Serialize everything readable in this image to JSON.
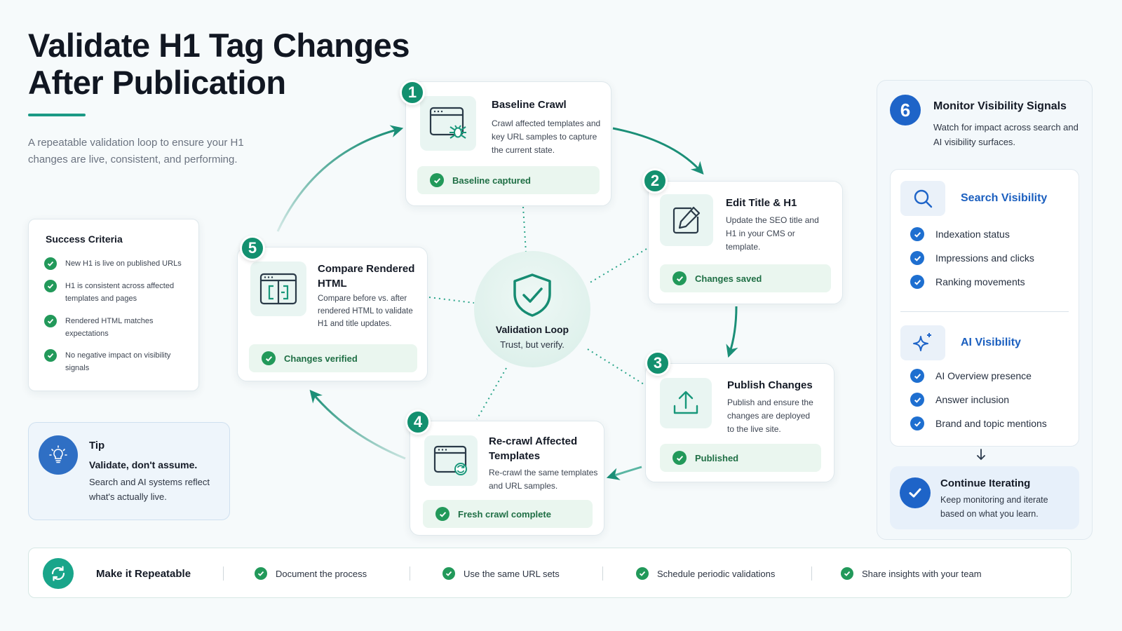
{
  "header": {
    "title_line1": "Validate H1 Tag Changes",
    "title_line2": "After Publication",
    "subtitle": "A repeatable validation loop to ensure your H1 changes are live, consistent, and performing."
  },
  "success_criteria": {
    "title": "Success Criteria",
    "items": [
      "New H1 is live on published URLs",
      "H1 is consistent across affected templates and pages",
      "Rendered HTML matches expectations",
      "No negative impact on visibility signals"
    ]
  },
  "tip": {
    "title": "Tip",
    "headline": "Validate, don't assume.",
    "text": "Search and AI systems reflect what's actually live."
  },
  "center": {
    "title": "Validation Loop",
    "subtitle": "Trust, but verify."
  },
  "steps": [
    {
      "num": "1",
      "title": "Baseline Crawl",
      "desc": "Crawl affected templates and key URL samples to capture the current state.",
      "status": "Baseline captured",
      "icon": "browser-spider-icon"
    },
    {
      "num": "2",
      "title": "Edit Title & H1",
      "desc": "Update the SEO title and H1 in your CMS or template.",
      "status": "Changes saved",
      "icon": "edit-pencil-icon"
    },
    {
      "num": "3",
      "title": "Publish Changes",
      "desc": "Publish and ensure the changes are deployed to the live site.",
      "status": "Published",
      "icon": "upload-icon"
    },
    {
      "num": "4",
      "title": "Re-crawl Affected Templates",
      "desc": "Re-crawl the same templates and URL samples.",
      "status": "Fresh crawl complete",
      "icon": "browser-refresh-icon"
    },
    {
      "num": "5",
      "title": "Compare Rendered HTML",
      "desc": "Compare before vs. after rendered HTML to validate H1 and title updates.",
      "status": "Changes verified",
      "icon": "compare-html-icon"
    }
  ],
  "monitor": {
    "num": "6",
    "title": "Monitor Visibility Signals",
    "desc": "Watch for impact across search and AI visibility surfaces.",
    "search": {
      "title": "Search Visibility",
      "items": [
        "Indexation status",
        "Impressions and clicks",
        "Ranking movements"
      ]
    },
    "ai": {
      "title": "AI Visibility",
      "items": [
        "AI Overview presence",
        "Answer inclusion",
        "Brand and topic mentions"
      ]
    },
    "continue": {
      "title": "Continue Iterating",
      "text": "Keep monitoring and iterate based on what you learn."
    }
  },
  "bottom": {
    "title": "Make it Repeatable",
    "items": [
      "Document the process",
      "Use the same URL sets",
      "Schedule periodic validations",
      "Share insights with your team"
    ]
  },
  "colors": {
    "accent": "#13906f",
    "check_green": "#22995a",
    "check_blue": "#1e6fd0"
  }
}
